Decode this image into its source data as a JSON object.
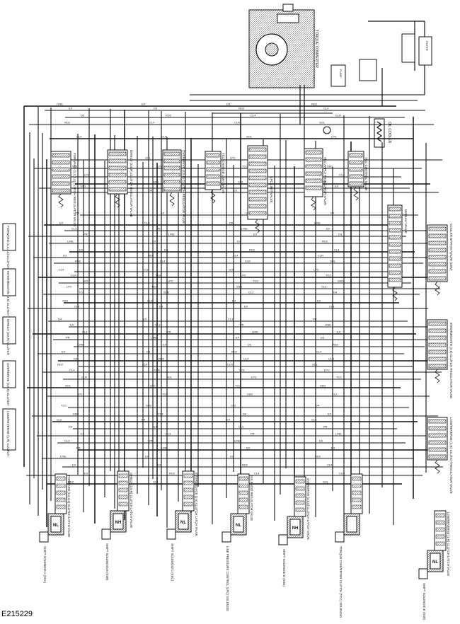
{
  "figure_id": "E215229",
  "components": {
    "torque_converter": "TORQUE CONVERTER",
    "oil_cooler": "OIL COOLER",
    "pump": "PUMP",
    "filter": "FILTER",
    "manual_valve": "MANUAL VALVE",
    "cooler_bypass": "COOLER BYPASS VALVE (CBV)",
    "tcc_control": "TCC CONTROL VALVE",
    "tcc_apply": "TCC APPLY REGULATOR VALVE",
    "lpc_limit": "LPC LIMIT VALVE",
    "tcc_charge": "TCC CHARGE LIMIT VALVE",
    "overdrive_reg": "OVERDRIVE (4,5,6) CLUTCH REGULATOR VALVE",
    "direct_reg": "DIRECT (3,5,R) CLUTCH REGULATOR VALVE",
    "forward_reg": "FORWARD (1,2,3,4) CLUTCH REGULATOR VALVE",
    "intermediate_reg": "INTERMEDIATE (2,6) CLUTCH REGULATOR VALVE",
    "low_reverse_reg": "LOW/REVERSE (1,R) CLUTCH REGULATOR VALVE"
  },
  "clutches": [
    "FORWARD (1,2,3,4) CLUTCH",
    "INTERMEDIATE (2,6) CLUTCH",
    "DIRECT (3,5,R) CLUTCH",
    "OVERDRIVE (4,5,6) CLUTCH",
    "LOW/REVERSE (1,R) CLUTCH"
  ],
  "solenoids": [
    {
      "nl": "NL",
      "label": "SHIFT SOLENOID A (SSA)",
      "valve": "FORWARD (1,2,3,4) CLUTCH LATCH VALVE"
    },
    {
      "nl": "NH",
      "label": "SHIFT SOLENOID B (SSB)",
      "valve": "DIRECT (3,5,R) CLUTCH LATCH VALVE"
    },
    {
      "nl": "NL",
      "label": "SHIFT SOLENOID C (SSC)",
      "valve": "INTERMEDIATE (2,6) CLUTCH LATCH VALVE"
    },
    {
      "nl": "NL",
      "label": "LINE PRESSURE CONTROL (LPC) SOLENOID",
      "valve": "SOLENOID REGULATOR VALVE"
    },
    {
      "nl": "NH",
      "label": "SHIFT SOLENOID D (SSD)",
      "valve": "OVERDRIVE (4,5,6) CLUTCH LATCH VALVE"
    },
    {
      "nl": "",
      "label": "TORQUE CONVERTER CLUTCH (TCC) SOLENOID",
      "valve": ""
    },
    {
      "nl": "NL",
      "label": "SHIFT SOLENOID E (SSE)",
      "valve": "LOW/REVERSE (1,R) CLUTCH LATCH VALVE"
    }
  ]
}
